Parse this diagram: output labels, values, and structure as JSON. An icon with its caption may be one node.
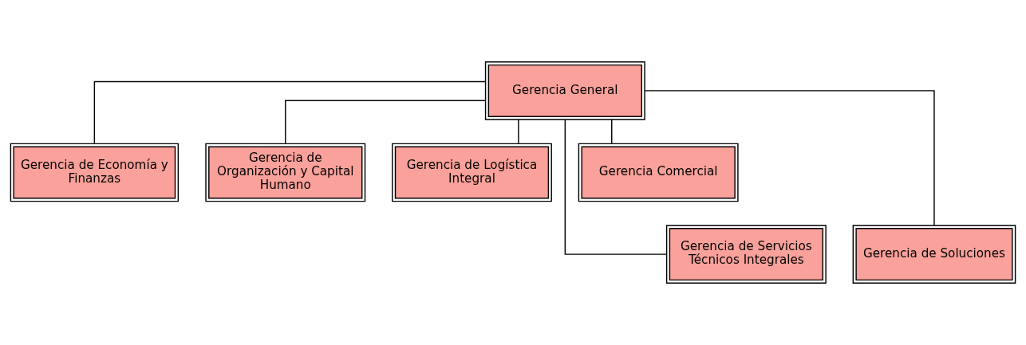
{
  "diagram": {
    "nodes": [
      {
        "text": [
          "Gerencia General"
        ]
      },
      {
        "text": [
          "Gerencia de Economía y Finanzas"
        ]
      },
      {
        "text": [
          "Gerencia de Organización y Capital Humano"
        ]
      },
      {
        "text": [
          "Gerencia de Logística Integral"
        ]
      },
      {
        "text": [
          "Gerencia Comercial"
        ]
      },
      {
        "text": [
          "Gerencia de Servicios Técnicos Integrales"
        ]
      },
      {
        "text": [
          "Gerencia de Soluciones"
        ]
      }
    ],
    "edges": [
      {
        "from": 0,
        "to": 1,
        "arrow": "none"
      },
      {
        "from": 0,
        "to": 2,
        "arrow": "none"
      },
      {
        "from": 0,
        "to": 3,
        "arrow": "none"
      },
      {
        "from": 0,
        "to": 4,
        "arrow": "none"
      },
      {
        "from": 0,
        "to": 5,
        "arrow": "none"
      },
      {
        "from": 0,
        "to": 6,
        "arrow": "none"
      }
    ]
  }
}
